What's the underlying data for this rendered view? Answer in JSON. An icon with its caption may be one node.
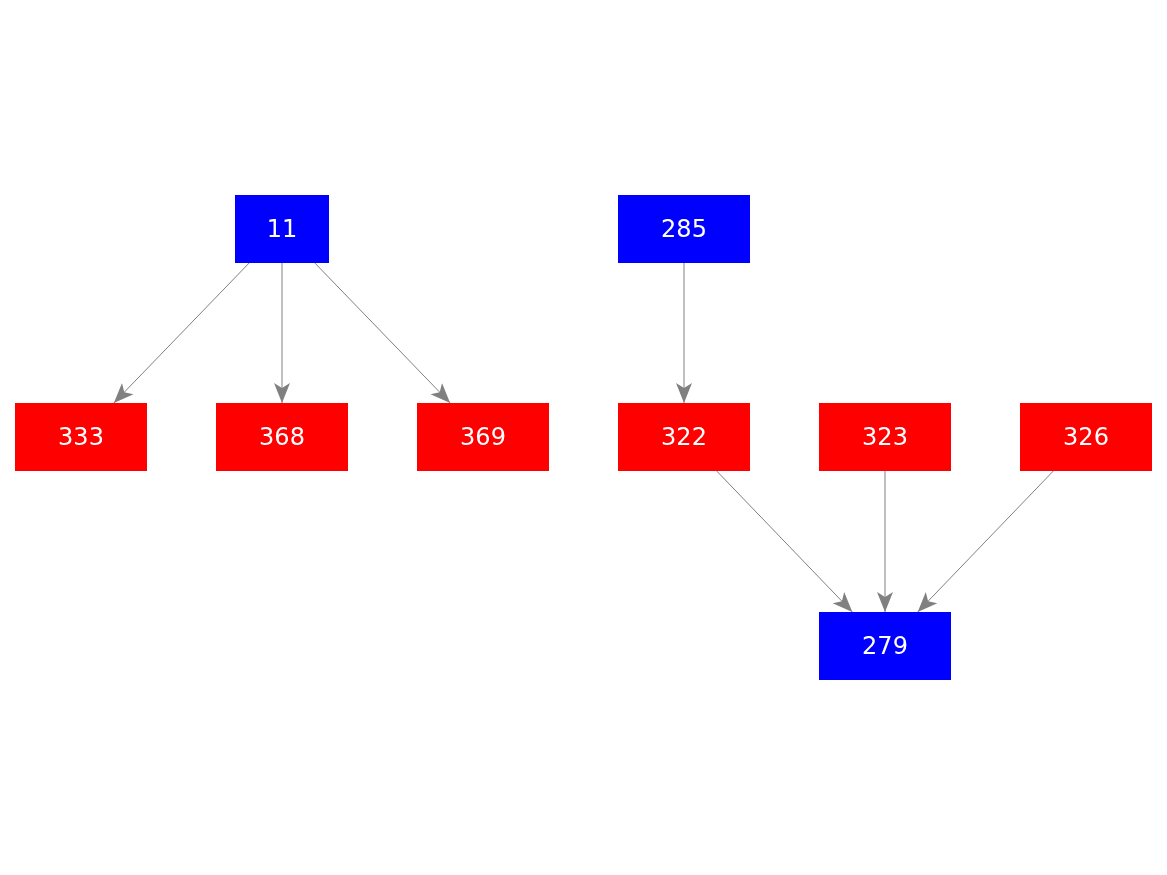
{
  "diagram": {
    "nodes": [
      {
        "text": [
          "11"
        ]
      },
      {
        "text": [
          "285"
        ]
      },
      {
        "text": [
          "333"
        ]
      },
      {
        "text": [
          "368"
        ]
      },
      {
        "text": [
          "369"
        ]
      },
      {
        "text": [
          "322"
        ]
      },
      {
        "text": [
          "323"
        ]
      },
      {
        "text": [
          "326"
        ]
      },
      {
        "text": [
          "279"
        ]
      }
    ],
    "edges": [
      {
        "from": 0,
        "to": 2,
        "arrow": "to"
      },
      {
        "from": 0,
        "to": 3,
        "arrow": "to"
      },
      {
        "from": 0,
        "to": 4,
        "arrow": "to"
      },
      {
        "from": 1,
        "to": 5,
        "arrow": "to"
      },
      {
        "from": 5,
        "to": 8,
        "arrow": "to"
      },
      {
        "from": 6,
        "to": 8,
        "arrow": "to"
      },
      {
        "from": 7,
        "to": 8,
        "arrow": "to"
      }
    ]
  }
}
